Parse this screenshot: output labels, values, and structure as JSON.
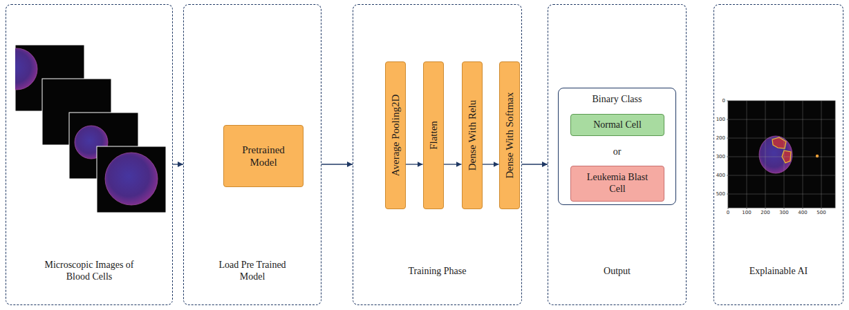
{
  "diagram": {
    "nodes": [
      {
        "text": [
          "Microscopic Images of Blood Cells"
        ]
      },
      {
        "text": [
          "Load Pre Trained Model"
        ]
      },
      {
        "text": [
          "Pretrained Model"
        ],
        "in": 1
      },
      {
        "text": [
          "Training Phase"
        ]
      },
      {
        "text": [
          "Average Pooling2D"
        ],
        "in": 3
      },
      {
        "text": [
          "Flatten"
        ],
        "in": 3
      },
      {
        "text": [
          "Dense With Relu"
        ],
        "in": 3
      },
      {
        "text": [
          "Dense With Softmax"
        ],
        "in": 3
      },
      {
        "text": [
          "Output"
        ]
      },
      {
        "text": [
          "Binary Class",
          "or"
        ],
        "in": 8
      },
      {
        "text": [
          "Normal Cell"
        ],
        "in": 9
      },
      {
        "text": [
          "Leukemia Blast Cell"
        ],
        "in": 9
      },
      {
        "text": [
          "Explainable AI"
        ]
      }
    ],
    "edges": [
      {
        "from": 0,
        "to": 1,
        "arrow": "to"
      },
      {
        "from": 1,
        "to": 3,
        "arrow": "to"
      },
      {
        "from": 4,
        "to": 5,
        "arrow": "to"
      },
      {
        "from": 5,
        "to": 6,
        "arrow": "to"
      },
      {
        "from": 6,
        "to": 7,
        "arrow": "to"
      },
      {
        "from": 3,
        "to": 8,
        "arrow": "to"
      }
    ],
    "labels": [
      "0",
      "100",
      "200",
      "300",
      "400",
      "500",
      "0",
      "100",
      "200",
      "300",
      "400",
      "500"
    ]
  }
}
